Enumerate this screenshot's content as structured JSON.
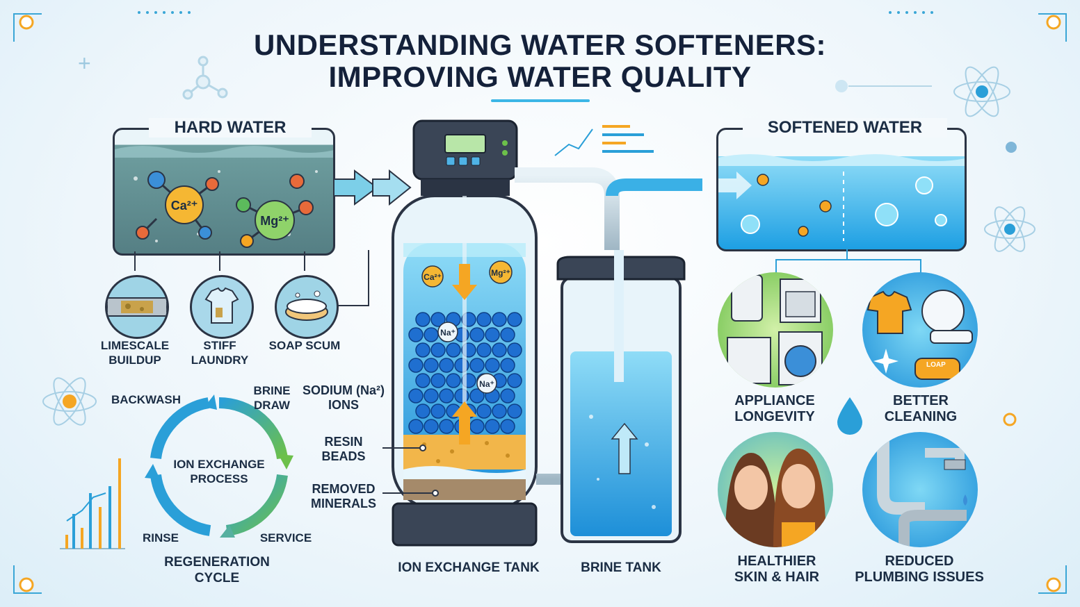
{
  "title": {
    "line1": "UNDERSTANDING WATER SOFTENERS:",
    "line2": "IMPROVING WATER QUALITY"
  },
  "hard_water": {
    "label": "HARD WATER",
    "ion_ca": "Ca²⁺",
    "ion_mg": "Mg²⁺",
    "problems": [
      {
        "label": "LIMESCALE BUILDUP",
        "icon": "pipe-scale-icon"
      },
      {
        "label": "STIFF LAUNDRY",
        "icon": "shirt-icon"
      },
      {
        "label": "SOAP SCUM",
        "icon": "soap-icon"
      }
    ]
  },
  "softened_water": {
    "label": "SOFTENED WATER",
    "benefits": [
      {
        "label": "APPLIANCE LONGEVITY",
        "icon": "appliances-icon"
      },
      {
        "label": "BETTER CLEANING",
        "icon": "clean-laundry-icon"
      },
      {
        "label": "HEALTHIER SKIN & HAIR",
        "icon": "people-icon"
      },
      {
        "label": "REDUCED PLUMBING ISSUES",
        "icon": "plumbing-icon"
      }
    ],
    "soap_text": "LOAP"
  },
  "tank": {
    "ion_exchange_label": "ION EXCHANGE TANK",
    "brine_label": "BRINE TANK",
    "ca_tag": "Ca²⁺",
    "mg_tag": "Mg²⁺",
    "na_tag": "Na⁺",
    "callouts": {
      "sodium": "SODIUM (Na²) IONS",
      "resin": "RESIN BEADS",
      "removed": "REMOVED MINERALS"
    }
  },
  "cycle": {
    "center": "ION EXCHANGE PROCESS",
    "title": "REGENERATION CYCLE",
    "steps": {
      "backwash": "BACKWASH",
      "brine_draw": "BRINE DRAW",
      "rinse": "RINSE",
      "service": "SERVICE"
    }
  },
  "colors": {
    "water_light": "#8fdcf7",
    "water_deep": "#1d9fe3",
    "hard_water": "#6e9e9c",
    "accent_orange": "#f5a623",
    "accent_green": "#6cc04a",
    "frame": "#2b3444"
  }
}
